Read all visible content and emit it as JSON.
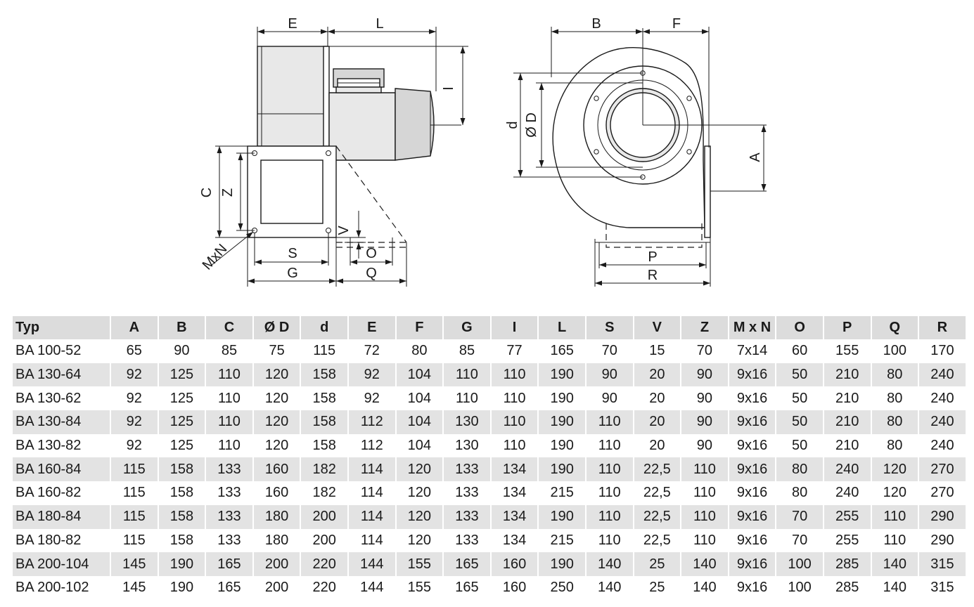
{
  "drawing_labels": {
    "side": {
      "E": "E",
      "L": "L",
      "I": "I",
      "C": "C",
      "Z": "Z",
      "V": "V",
      "MxN": "MxN",
      "S": "S",
      "G": "G",
      "O": "O",
      "Q": "Q"
    },
    "front": {
      "B": "B",
      "F": "F",
      "d": "d",
      "OD": "Ø D",
      "A": "A",
      "P": "P",
      "R": "R"
    }
  },
  "table": {
    "headers": [
      "Typ",
      "A",
      "B",
      "C",
      "Ø D",
      "d",
      "E",
      "F",
      "G",
      "I",
      "L",
      "S",
      "V",
      "Z",
      "M x N",
      "O",
      "P",
      "Q",
      "R"
    ],
    "rows": [
      [
        "BA 100-52",
        "65",
        "90",
        "85",
        "75",
        "115",
        "72",
        "80",
        "85",
        "77",
        "165",
        "70",
        "15",
        "70",
        "7x14",
        "60",
        "155",
        "100",
        "170"
      ],
      [
        "BA 130-64",
        "92",
        "125",
        "110",
        "120",
        "158",
        "92",
        "104",
        "110",
        "110",
        "190",
        "90",
        "20",
        "90",
        "9x16",
        "50",
        "210",
        "80",
        "240"
      ],
      [
        "BA 130-62",
        "92",
        "125",
        "110",
        "120",
        "158",
        "92",
        "104",
        "110",
        "110",
        "190",
        "90",
        "20",
        "90",
        "9x16",
        "50",
        "210",
        "80",
        "240"
      ],
      [
        "BA 130-84",
        "92",
        "125",
        "110",
        "120",
        "158",
        "112",
        "104",
        "130",
        "110",
        "190",
        "110",
        "20",
        "90",
        "9x16",
        "50",
        "210",
        "80",
        "240"
      ],
      [
        "BA 130-82",
        "92",
        "125",
        "110",
        "120",
        "158",
        "112",
        "104",
        "130",
        "110",
        "190",
        "110",
        "20",
        "90",
        "9x16",
        "50",
        "210",
        "80",
        "240"
      ],
      [
        "BA 160-84",
        "115",
        "158",
        "133",
        "160",
        "182",
        "114",
        "120",
        "133",
        "134",
        "190",
        "110",
        "22,5",
        "110",
        "9x16",
        "80",
        "240",
        "120",
        "270"
      ],
      [
        "BA 160-82",
        "115",
        "158",
        "133",
        "160",
        "182",
        "114",
        "120",
        "133",
        "134",
        "215",
        "110",
        "22,5",
        "110",
        "9x16",
        "80",
        "240",
        "120",
        "270"
      ],
      [
        "BA 180-84",
        "115",
        "158",
        "133",
        "180",
        "200",
        "114",
        "120",
        "133",
        "134",
        "190",
        "110",
        "22,5",
        "110",
        "9x16",
        "70",
        "255",
        "110",
        "290"
      ],
      [
        "BA 180-82",
        "115",
        "158",
        "133",
        "180",
        "200",
        "114",
        "120",
        "133",
        "134",
        "215",
        "110",
        "22,5",
        "110",
        "9x16",
        "70",
        "255",
        "110",
        "290"
      ],
      [
        "BA 200-104",
        "145",
        "190",
        "165",
        "200",
        "220",
        "144",
        "155",
        "165",
        "160",
        "190",
        "140",
        "25",
        "140",
        "9x16",
        "100",
        "285",
        "140",
        "315"
      ],
      [
        "BA 200-102",
        "145",
        "190",
        "165",
        "200",
        "220",
        "144",
        "155",
        "165",
        "160",
        "250",
        "140",
        "25",
        "140",
        "9x16",
        "100",
        "285",
        "140",
        "315"
      ]
    ]
  }
}
